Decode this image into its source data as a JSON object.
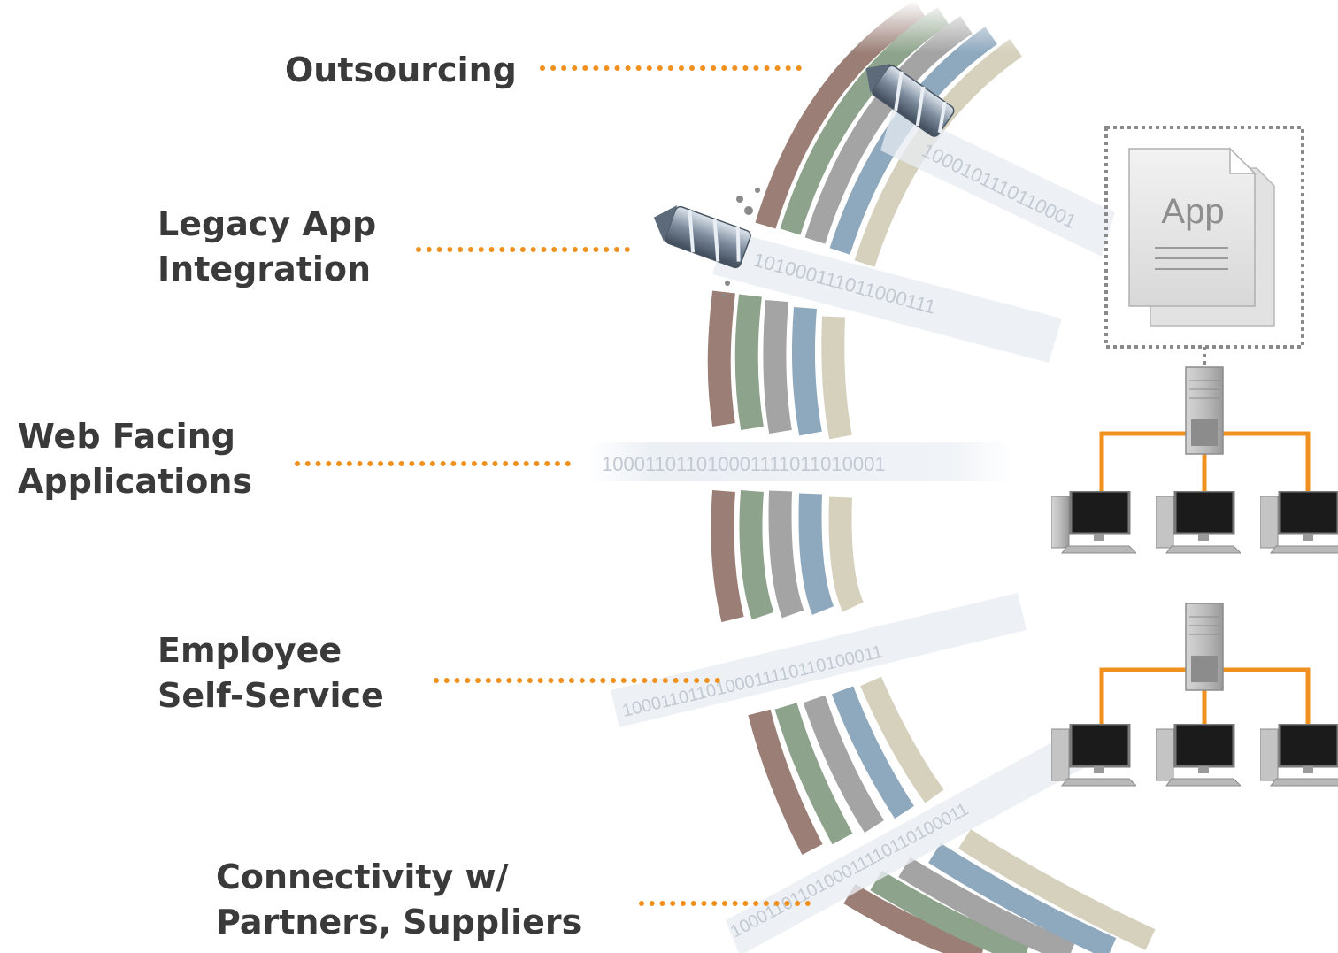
{
  "labels": {
    "outsourcing": [
      "Outsourcing"
    ],
    "legacy": [
      "Legacy App",
      "Integration"
    ],
    "web": [
      "Web Facing",
      "Applications"
    ],
    "employee": [
      "Employee",
      "Self-Service"
    ],
    "partners": [
      "Connectivity w/",
      "Partners, Suppliers"
    ]
  },
  "app_doc_label": "App",
  "binary_strings": {
    "outsourcing": "1000101110110001",
    "legacy": "101000111011000111",
    "web": "100011011010001111011010001",
    "employee": "1000110110100011110110100011",
    "partners": "1000110110100011110110100011"
  },
  "colors": {
    "leader": "#f0901e",
    "label_text": "#3a3a3a",
    "network_line": "#f0901e",
    "strands": [
      "#9b7f76",
      "#8ea38b",
      "#a4a4a4",
      "#8ea8be",
      "#d6d1bd"
    ]
  },
  "icons": [
    "drill-bit-icon",
    "document-icon",
    "server-icon",
    "workstation-icon"
  ]
}
